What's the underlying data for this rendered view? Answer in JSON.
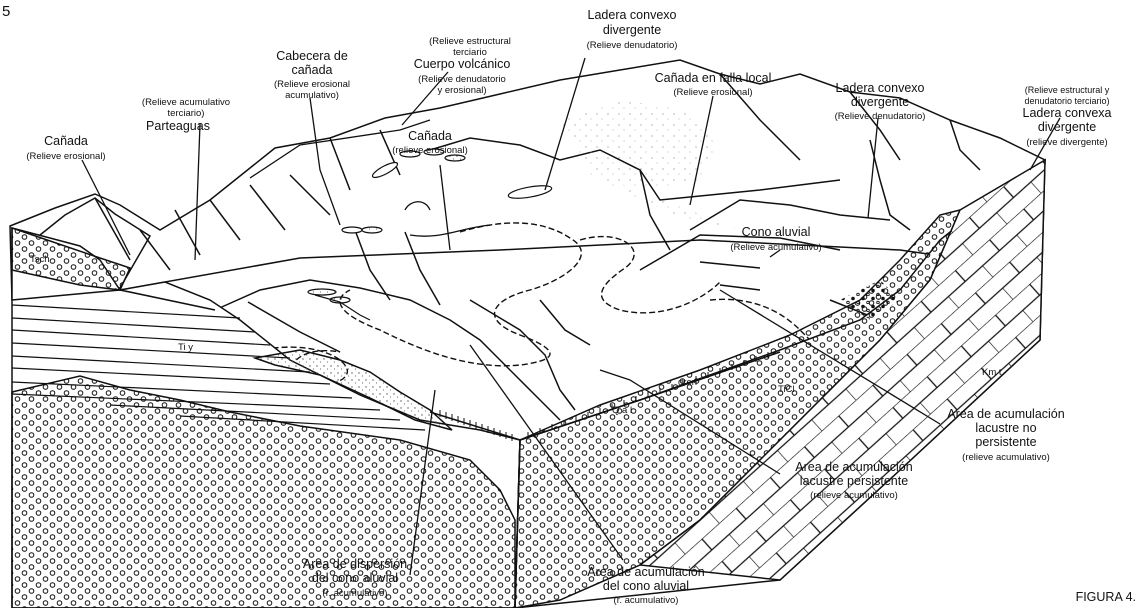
{
  "corner_number": "5",
  "figure_label": "FIGURA 4.",
  "formations": {
    "tsch": "Tsch",
    "tiy": "Ti y",
    "ticl": "TiCl",
    "kmt": "Km t",
    "qal": "Q a l",
    "dren": "dren"
  },
  "labels": {
    "ladera_top_title_1": "Ladera convexo",
    "ladera_top_title_2": "divergente",
    "ladera_top_sub": "(Relieve denudatorio)",
    "estructural_1": "(Relieve estructural",
    "estructural_2": "terciario",
    "cuerpo_title": "Cuerpo volcánico",
    "cuerpo_sub_1": "(Relieve denudatorio",
    "cuerpo_sub_2": "y erosional)",
    "cabecera_title_1": "Cabecera de",
    "cabecera_title_2": "cañada",
    "cabecera_sub_1": "(Relieve erosional",
    "cabecera_sub_2": "acumulativo)",
    "acumulativo_1": "(Relieve acumulativo",
    "acumulativo_2": "terciario)",
    "parteaguas": "Parteaguas",
    "canada_left_title": "Cañada",
    "canada_left_sub": "(Relieve erosional)",
    "canada_mid_title": "Cañada",
    "canada_mid_sub": "(relieve erosional)",
    "falla_title": "Cañada en falla local",
    "falla_sub": "(Relieve erosional)",
    "ladera_right_title_1": "Ladera convexo",
    "ladera_right_title_2": "divergente",
    "ladera_right_sub": "(Relieve denudatorio)",
    "estructural_right_1": "(Relieve estructural y",
    "estructural_right_2": "denudatorio terciario)",
    "ladera_convexa_1": "Ladera convexa",
    "ladera_convexa_2": "divergente",
    "ladera_convexa_sub": "(relieve divergente)",
    "cono_title": "Cono aluvial",
    "cono_sub": "(Relieve acumulativo)",
    "no_persist_1": "Area de acumulación",
    "no_persist_2": "lacustre no",
    "no_persist_3": "persistente",
    "no_persist_sub": "(relieve acumulativo)",
    "persist_1": "Area de acumulación",
    "persist_2": "lacustre persistente",
    "persist_sub": "(relieve acumulativo)",
    "dispersion_1": "Area de dispersión",
    "dispersion_2": "del cono aluvial",
    "dispersion_sub": "(r. acumulativo)",
    "acum_cono_1": "Area de acumulación",
    "acum_cono_2": "del cono aluvial",
    "acum_cono_sub": "(r. acumulativo)"
  }
}
